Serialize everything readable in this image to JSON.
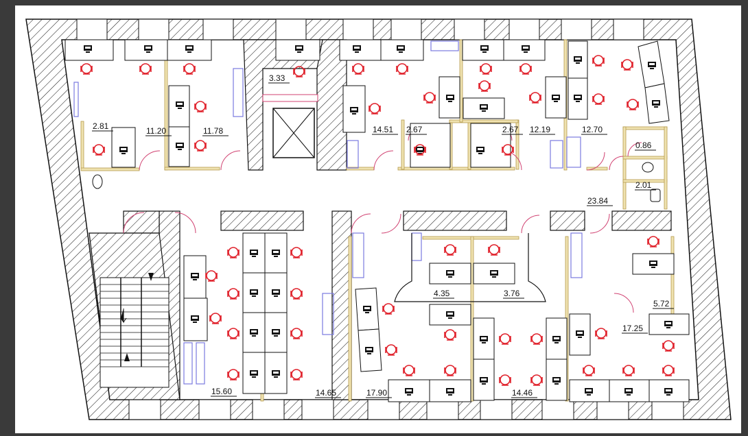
{
  "floorplan": {
    "room_areas": [
      {
        "id": "r1",
        "label": "2.81"
      },
      {
        "id": "r2",
        "label": "11.20"
      },
      {
        "id": "r3",
        "label": "11.78"
      },
      {
        "id": "r4",
        "label": "3.33"
      },
      {
        "id": "r5",
        "label": "14.51"
      },
      {
        "id": "r6",
        "label": "2.67"
      },
      {
        "id": "r7",
        "label": "2.67"
      },
      {
        "id": "r8",
        "label": "12.19"
      },
      {
        "id": "r9",
        "label": "12.70"
      },
      {
        "id": "r10",
        "label": "0.86"
      },
      {
        "id": "r11",
        "label": "2.01"
      },
      {
        "id": "r12",
        "label": "23.84"
      },
      {
        "id": "r13",
        "label": "4.35"
      },
      {
        "id": "r14",
        "label": "3.76"
      },
      {
        "id": "r15",
        "label": "5.72"
      },
      {
        "id": "r16",
        "label": "17.25"
      },
      {
        "id": "r17",
        "label": "15.60"
      },
      {
        "id": "r18",
        "label": "14.65"
      },
      {
        "id": "r19",
        "label": "17.90"
      },
      {
        "id": "r20",
        "label": "14.46"
      }
    ],
    "colors": {
      "background": "#3a3a3a",
      "paper": "#ffffff",
      "wall_stroke": "#111111",
      "chair": "#e0202a",
      "partition": "#d8c07a",
      "partition_dot": "#8bbf3c",
      "window": "#7a7ae0",
      "door": "#d04070"
    }
  }
}
